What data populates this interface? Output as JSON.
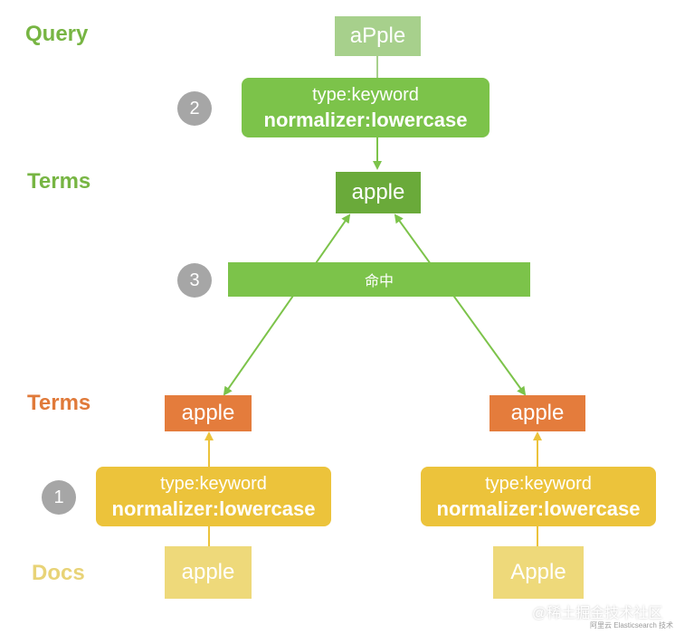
{
  "labels": {
    "query": "Query",
    "terms_top": "Terms",
    "terms_bottom": "Terms",
    "docs": "Docs"
  },
  "steps": {
    "one": "1",
    "two": "2",
    "three": "3"
  },
  "query_text": "aPple",
  "query_analyzer": {
    "type": "type:keyword",
    "normalizer": "normalizer:lowercase"
  },
  "query_term": "apple",
  "match_label": "命中",
  "docs": [
    {
      "text": "apple",
      "term": "apple",
      "type": "type:keyword",
      "normalizer": "normalizer:lowercase"
    },
    {
      "text": "Apple",
      "term": "apple",
      "type": "type:keyword",
      "normalizer": "normalizer:lowercase"
    }
  ],
  "watermark": {
    "main": "@稀土掘金技术社区",
    "sub": "阿里云 Elasticsearch 技术"
  },
  "colors": {
    "green_light": "#a7d08c",
    "green": "#7cc34a",
    "green_dark": "#6aaa3a",
    "label_green": "#77b543",
    "orange": "#e47c3c",
    "label_orange": "#e07a3a",
    "yellow": "#ecc33b",
    "yellow_light": "#eed97a",
    "label_yellow": "#e8d377",
    "gray": "#a6a6a6"
  }
}
